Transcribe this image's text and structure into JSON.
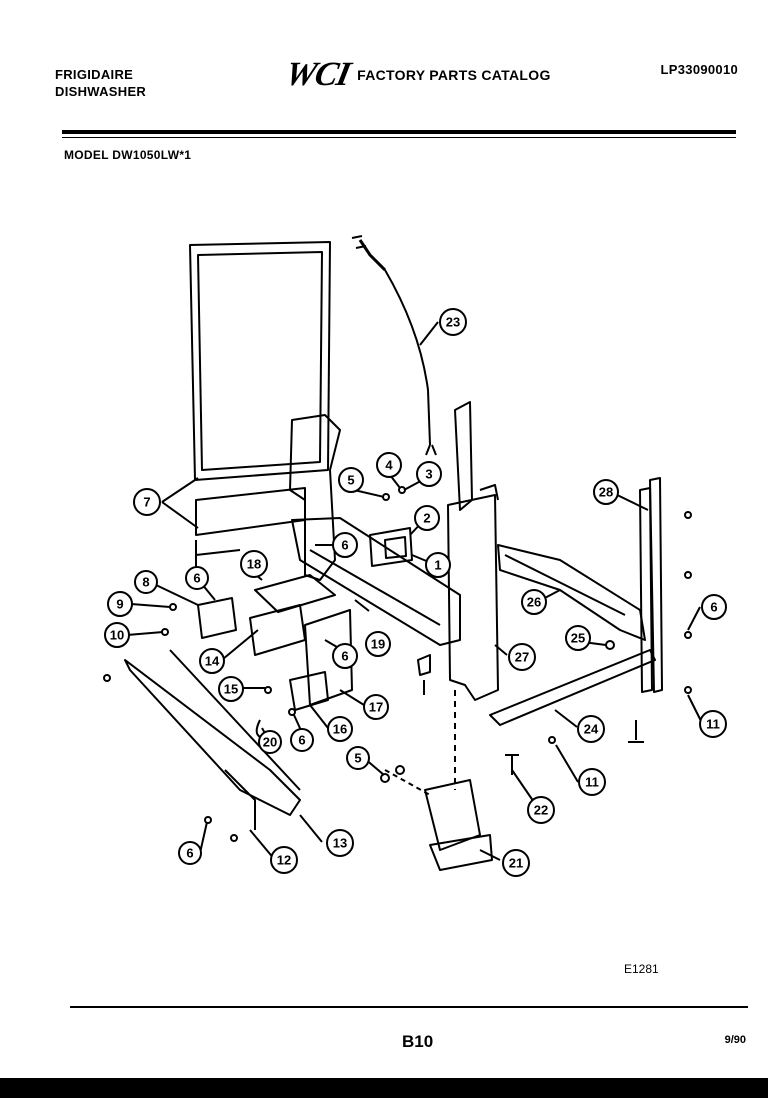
{
  "header": {
    "brand_line1": "FRIGIDAIRE",
    "brand_line2": "DISHWASHER",
    "logo": "WCI",
    "catalog_title": "FACTORY PARTS CATALOG",
    "catalog_number": "LP33090010"
  },
  "model": "MODEL DW1050LW*1",
  "callouts": [
    "1",
    "2",
    "3",
    "4",
    "5",
    "6",
    "7",
    "8",
    "9",
    "10",
    "11",
    "12",
    "13",
    "14",
    "15",
    "16",
    "17",
    "18",
    "19",
    "20",
    "21",
    "22",
    "23",
    "24",
    "25",
    "26",
    "27",
    "28"
  ],
  "footer": {
    "ref": "E1281",
    "page": "B10",
    "date": "9/90"
  }
}
